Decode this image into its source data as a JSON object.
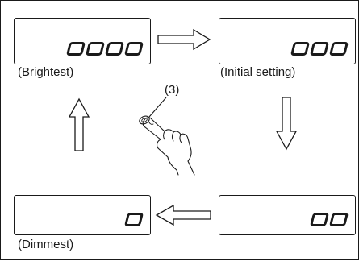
{
  "panels": {
    "brightest": {
      "digits": 4,
      "caption": "(Brightest)"
    },
    "initial": {
      "digits": 3,
      "caption": "(Initial setting)"
    },
    "dimmest": {
      "digits": 1,
      "caption": "(Dimmest)"
    },
    "dim": {
      "digits": 2
    }
  },
  "callout": {
    "label": "(3)"
  },
  "colors": {
    "ink": "#1a1a1a",
    "paper": "#ffffff"
  }
}
